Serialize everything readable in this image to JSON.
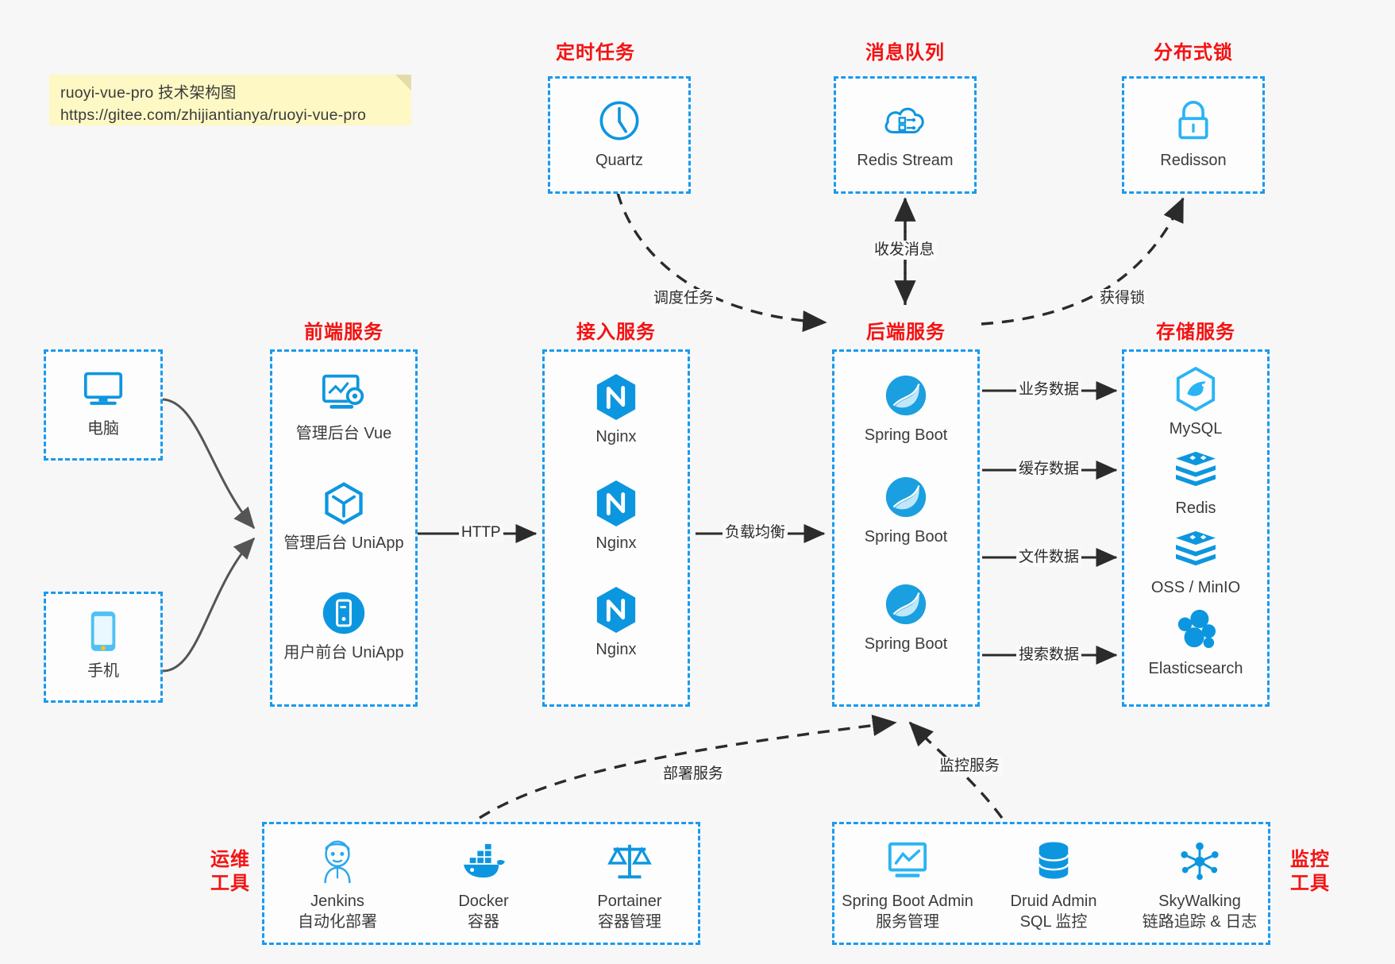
{
  "note": {
    "line1": "ruoyi-vue-pro 技术架构图",
    "line2": "https://gitee.com/zhijiantianya/ruoyi-vue-pro"
  },
  "colors": {
    "box_border": "#1a9af0",
    "group_title": "#f41212",
    "icon_blue": "#0d96e0",
    "arrow": "#2b2b2b",
    "note_bg": "#fdf8c4",
    "page_bg": "#f7f7f7"
  },
  "groups": {
    "scheduled_task": {
      "title": "定时任务",
      "nodes": [
        {
          "label": "Quartz",
          "icon": "clock-icon"
        }
      ]
    },
    "message_queue": {
      "title": "消息队列",
      "nodes": [
        {
          "label": "Redis Stream",
          "icon": "cloud-stream-icon"
        }
      ]
    },
    "distributed_lock": {
      "title": "分布式锁",
      "nodes": [
        {
          "label": "Redisson",
          "icon": "lock-icon"
        }
      ]
    },
    "clients": {
      "nodes": [
        {
          "label": "电脑",
          "icon": "desktop-monitor-icon"
        },
        {
          "label": "手机",
          "icon": "mobile-phone-icon"
        }
      ]
    },
    "frontend": {
      "title": "前端服务",
      "nodes": [
        {
          "label": "管理后台 Vue",
          "icon": "dashboard-gear-icon"
        },
        {
          "label": "管理后台 UniApp",
          "icon": "cube-icon"
        },
        {
          "label": "用户前台 UniApp",
          "icon": "app-circle-icon"
        }
      ]
    },
    "gateway": {
      "title": "接入服务",
      "nodes": [
        {
          "label": "Nginx",
          "icon": "nginx-icon"
        },
        {
          "label": "Nginx",
          "icon": "nginx-icon"
        },
        {
          "label": "Nginx",
          "icon": "nginx-icon"
        }
      ]
    },
    "backend": {
      "title": "后端服务",
      "nodes": [
        {
          "label": "Spring Boot",
          "icon": "spring-boot-icon"
        },
        {
          "label": "Spring Boot",
          "icon": "spring-boot-icon"
        },
        {
          "label": "Spring Boot",
          "icon": "spring-boot-icon"
        }
      ]
    },
    "storage": {
      "title": "存储服务",
      "nodes": [
        {
          "label": "MySQL",
          "icon": "mysql-icon"
        },
        {
          "label": "Redis",
          "icon": "redis-icon"
        },
        {
          "label": "OSS / MinIO",
          "icon": "oss-icon"
        },
        {
          "label": "Elasticsearch",
          "icon": "elasticsearch-icon"
        }
      ]
    },
    "devops": {
      "title_line1": "运维",
      "title_line2": "工具",
      "nodes": [
        {
          "label": "Jenkins",
          "sub": "自动化部署",
          "icon": "jenkins-icon"
        },
        {
          "label": "Docker",
          "sub": "容器",
          "icon": "docker-icon"
        },
        {
          "label": "Portainer",
          "sub": "容器管理",
          "icon": "portainer-scales-icon"
        }
      ]
    },
    "monitoring": {
      "title_line1": "监控",
      "title_line2": "工具",
      "nodes": [
        {
          "label": "Spring Boot Admin",
          "sub": "服务管理",
          "icon": "monitor-chart-icon"
        },
        {
          "label": "Druid Admin",
          "sub": "SQL 监控",
          "icon": "database-icon"
        },
        {
          "label": "SkyWalking",
          "sub": "链路追踪 & 日志",
          "icon": "skywalking-icon"
        }
      ]
    }
  },
  "edges": [
    {
      "id": "http",
      "label": "HTTP",
      "from": "frontend",
      "to": "gateway"
    },
    {
      "id": "load-balance",
      "label": "负载均衡",
      "from": "gateway",
      "to": "backend"
    },
    {
      "id": "schedule-task",
      "label": "调度任务",
      "from": "scheduled_task",
      "to": "backend"
    },
    {
      "id": "send-recv-msg",
      "label": "收发消息",
      "from": "backend",
      "to": "message_queue"
    },
    {
      "id": "acquire-lock",
      "label": "获得锁",
      "from": "backend",
      "to": "distributed_lock"
    },
    {
      "id": "business-data",
      "label": "业务数据",
      "from": "backend",
      "to": "storage"
    },
    {
      "id": "cache-data",
      "label": "缓存数据",
      "from": "backend",
      "to": "storage"
    },
    {
      "id": "file-data",
      "label": "文件数据",
      "from": "backend",
      "to": "storage"
    },
    {
      "id": "search-data",
      "label": "搜索数据",
      "from": "backend",
      "to": "storage"
    },
    {
      "id": "deploy-service",
      "label": "部署服务",
      "from": "devops",
      "to": "backend"
    },
    {
      "id": "monitor-service",
      "label": "监控服务",
      "from": "monitoring",
      "to": "backend"
    }
  ]
}
